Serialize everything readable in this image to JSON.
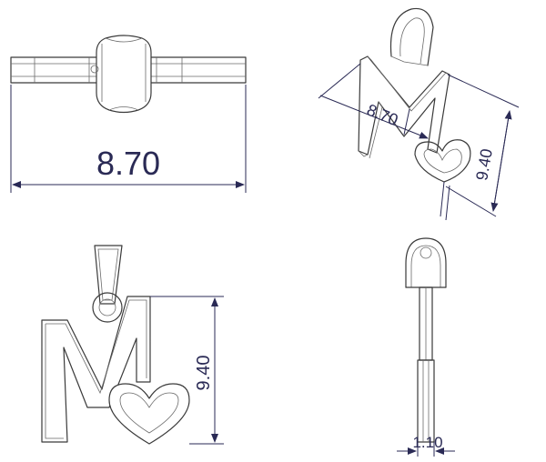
{
  "views": {
    "top": {
      "width_label": "8.70"
    },
    "iso": {
      "width_label": "8.70",
      "height_label": "9.40"
    },
    "front": {
      "height_label": "9.40"
    },
    "side": {
      "thickness_label": "1.10"
    }
  },
  "colors": {
    "line": "#3a3a3a",
    "dimension": "#2a2a55",
    "background": "#ffffff"
  }
}
